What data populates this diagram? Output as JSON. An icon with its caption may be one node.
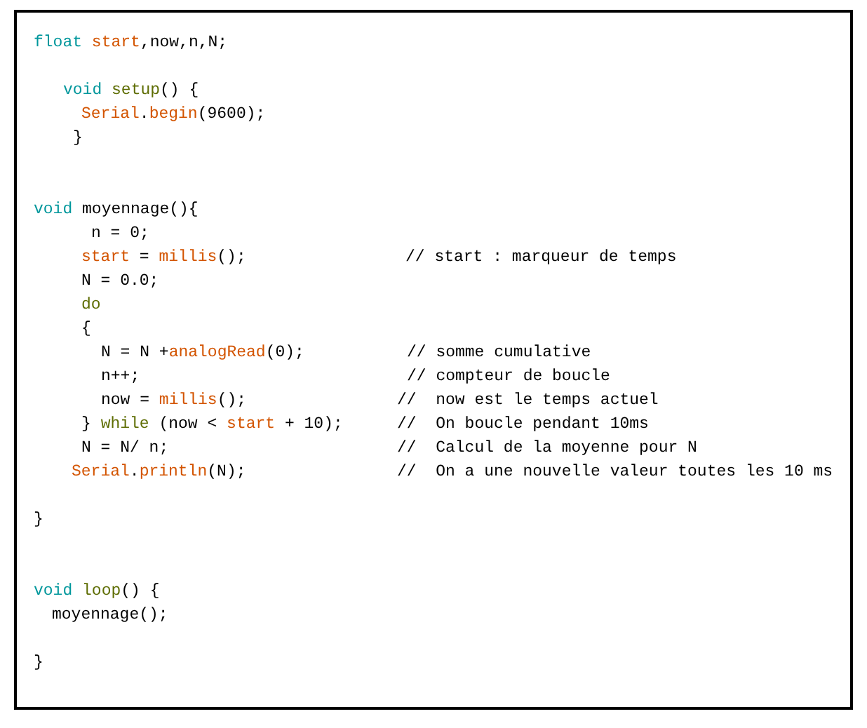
{
  "diagram": {
    "labels": [
      "float start,now,n,N;",
      "void setup() {",
      "Serial.begin(9600);",
      "}",
      "void moyennage(){",
      "n = 0;",
      "start = millis();",
      "// start : marqueur de temps",
      "N = 0.0;",
      "do",
      "{",
      "N = N +analogRead(0);",
      "// somme cumulative",
      "n++;",
      "// compteur de boucle",
      "now = millis();",
      "//  now est le temps actuel",
      "} while (now < start + 10);",
      "//  On boucle pendant 10ms",
      "N = N/ n;",
      "//  Calcul de la moyenne pour N",
      "Serial.println(N);",
      "//  On a une nouvelle valeur toutes les 10 ms",
      "}",
      "void loop() {",
      "moyennage();",
      "}"
    ]
  }
}
